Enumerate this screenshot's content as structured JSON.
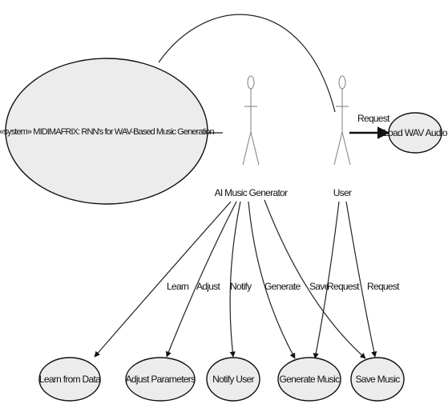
{
  "system": {
    "label": "«system» MIDIMAFRIX: RNN's for WAV-Based Music Generation"
  },
  "actors": {
    "ai": {
      "name": "AI Music Generator"
    },
    "user": {
      "name": "User"
    }
  },
  "use_cases": {
    "load_wav": "Load WAV Audio",
    "learn": "Learn from Data",
    "adjust": "Adjust Parameters",
    "notify": "Notify User",
    "generate": "Generate Music",
    "save": "Save Music"
  },
  "edge_labels": {
    "request_load": "Request",
    "learn": "Learn",
    "adjust": "Adjust",
    "notify": "Notify",
    "generate": "Generate",
    "save": "Save",
    "user_request_generate": "Request",
    "user_request_save": "Request"
  }
}
